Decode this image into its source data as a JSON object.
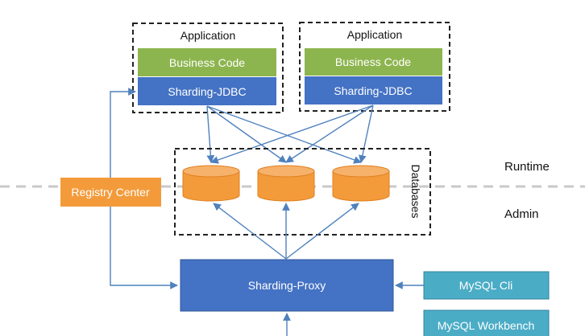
{
  "apps": [
    {
      "title": "Application",
      "business": "Business Code",
      "jdbc": "Sharding-JDBC"
    },
    {
      "title": "Application",
      "business": "Business Code",
      "jdbc": "Sharding-JDBC"
    }
  ],
  "databases_label": "Databases",
  "registry_center": "Registry Center",
  "runtime_label": "Runtime",
  "admin_label": "Admin",
  "proxy_label": "Sharding-Proxy",
  "clients": [
    "MySQL Cli",
    "MySQL Workbench"
  ],
  "colors": {
    "business": "#8DB54F",
    "jdbc": "#4472C4",
    "proxy": "#4472C4",
    "database": "#F39B3B",
    "registry": "#F39B3B",
    "client": "#4BACC6",
    "arrow": "#4F81BD",
    "separator": "#C9C9C9"
  },
  "icons": [
    "cylinder-database-icon",
    "arrow-icon"
  ]
}
